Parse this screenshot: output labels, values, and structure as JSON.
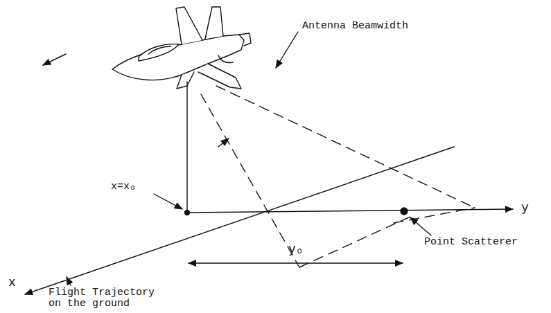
{
  "diagram": {
    "labels": [
      "Antenna Beamwidth",
      "x=xₒ",
      "yₒ",
      "x",
      "Point Scatterer",
      "y",
      "Flight Trajectory on the ground"
    ]
  }
}
